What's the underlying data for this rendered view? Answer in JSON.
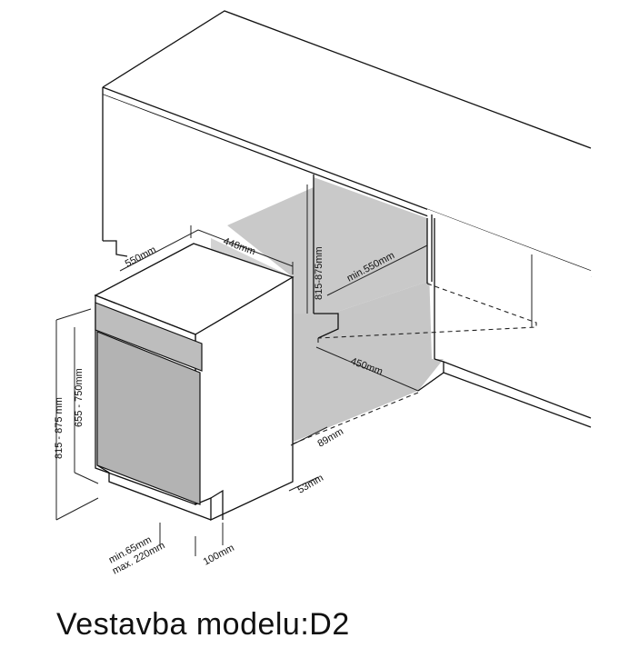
{
  "dimensions": {
    "width_550": "550mm",
    "depth_448": "448mm",
    "height_815_875_niche": "815-875mm",
    "min_550": "min.550mm",
    "width_450": "450mm",
    "height_815_875": "815 - 875 mm",
    "height_655_750": "655 - 750mm",
    "plinth_89": "89mm",
    "plinth_53": "53mm",
    "min_65": "min.65mm",
    "max_220": "max. 220mm",
    "plinth_100": "100mm"
  },
  "caption": "Vestavba modelu:D2"
}
